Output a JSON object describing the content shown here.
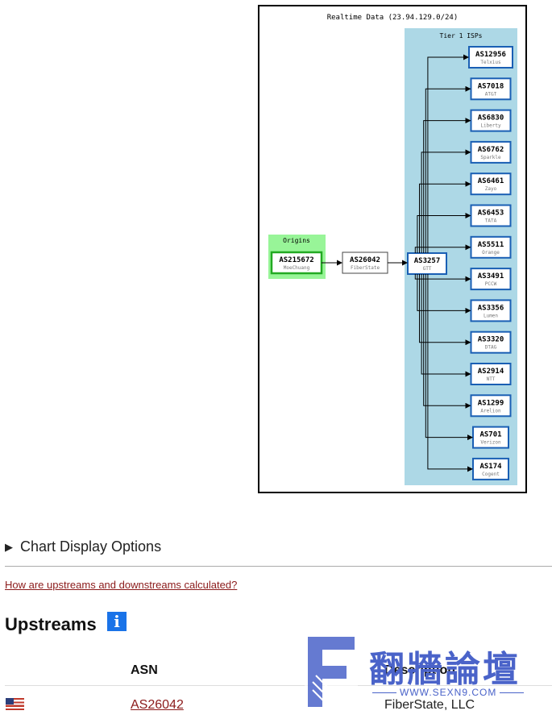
{
  "graph": {
    "title": "Realtime Data (23.94.129.0/24)",
    "origins_label": "Origins",
    "tier1_label": "Tier 1 ISPs",
    "origin": {
      "asn": "AS215672",
      "name": "MoeChuang"
    },
    "upstream": {
      "asn": "AS26042",
      "name": "FiberState"
    },
    "transit": {
      "asn": "AS3257",
      "name": "GTT"
    },
    "tier1": [
      {
        "asn": "AS12956",
        "name": "Telxius"
      },
      {
        "asn": "AS7018",
        "name": "AT&T"
      },
      {
        "asn": "AS6830",
        "name": "Liberty"
      },
      {
        "asn": "AS6762",
        "name": "Sparkle"
      },
      {
        "asn": "AS6461",
        "name": "Zayo"
      },
      {
        "asn": "AS6453",
        "name": "TATA"
      },
      {
        "asn": "AS5511",
        "name": "Orange"
      },
      {
        "asn": "AS3491",
        "name": "PCCW"
      },
      {
        "asn": "AS3356",
        "name": "Lumen"
      },
      {
        "asn": "AS3320",
        "name": "DTAG"
      },
      {
        "asn": "AS2914",
        "name": "NTT"
      },
      {
        "asn": "AS1299",
        "name": "Arelion"
      },
      {
        "asn": "AS701",
        "name": "Verizon"
      },
      {
        "asn": "AS174",
        "name": "Cogent"
      }
    ],
    "colors": {
      "origins_bg": "#98f598",
      "tier1_bg": "#add8e6",
      "node_border": "#1a5fb4",
      "origin_border": "#22aa22"
    }
  },
  "options": {
    "summary": "Chart Display Options"
  },
  "links": {
    "how_calculated": "How are upstreams and downstreams calculated?"
  },
  "upstreams": {
    "heading": "Upstreams",
    "info_icon": "i",
    "columns": {
      "asn": "ASN",
      "description": "Description"
    },
    "rows": [
      {
        "flag": "us-flag-icon",
        "asn": "AS26042",
        "description": "FiberState, LLC"
      }
    ]
  },
  "watermark": {
    "title": "翻牆論壇",
    "url": "WWW.SEXN9.COM"
  }
}
